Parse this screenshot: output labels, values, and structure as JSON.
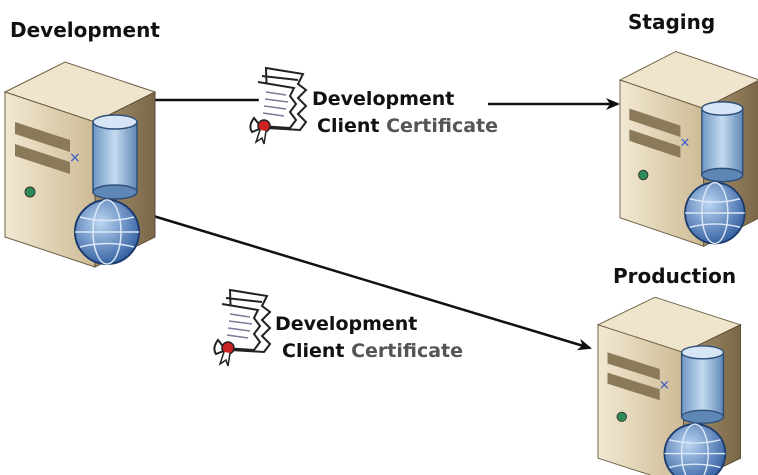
{
  "servers": {
    "development": {
      "label": "Development"
    },
    "staging": {
      "label": "Staging"
    },
    "production": {
      "label": "Production"
    }
  },
  "certificates": [
    {
      "line1": "Development",
      "line2_part1": "Client",
      "line2_part2": "Certificate"
    },
    {
      "line1": "Development",
      "line2_part1": "Client",
      "line2_part2": "Certificate"
    }
  ],
  "colors": {
    "server_body": "#d9c9a8",
    "server_dark": "#6e6045",
    "database": "#8fb3d9",
    "globe": "#3f6fb3",
    "arrow": "#111111",
    "accent_x": "#3355cc"
  }
}
